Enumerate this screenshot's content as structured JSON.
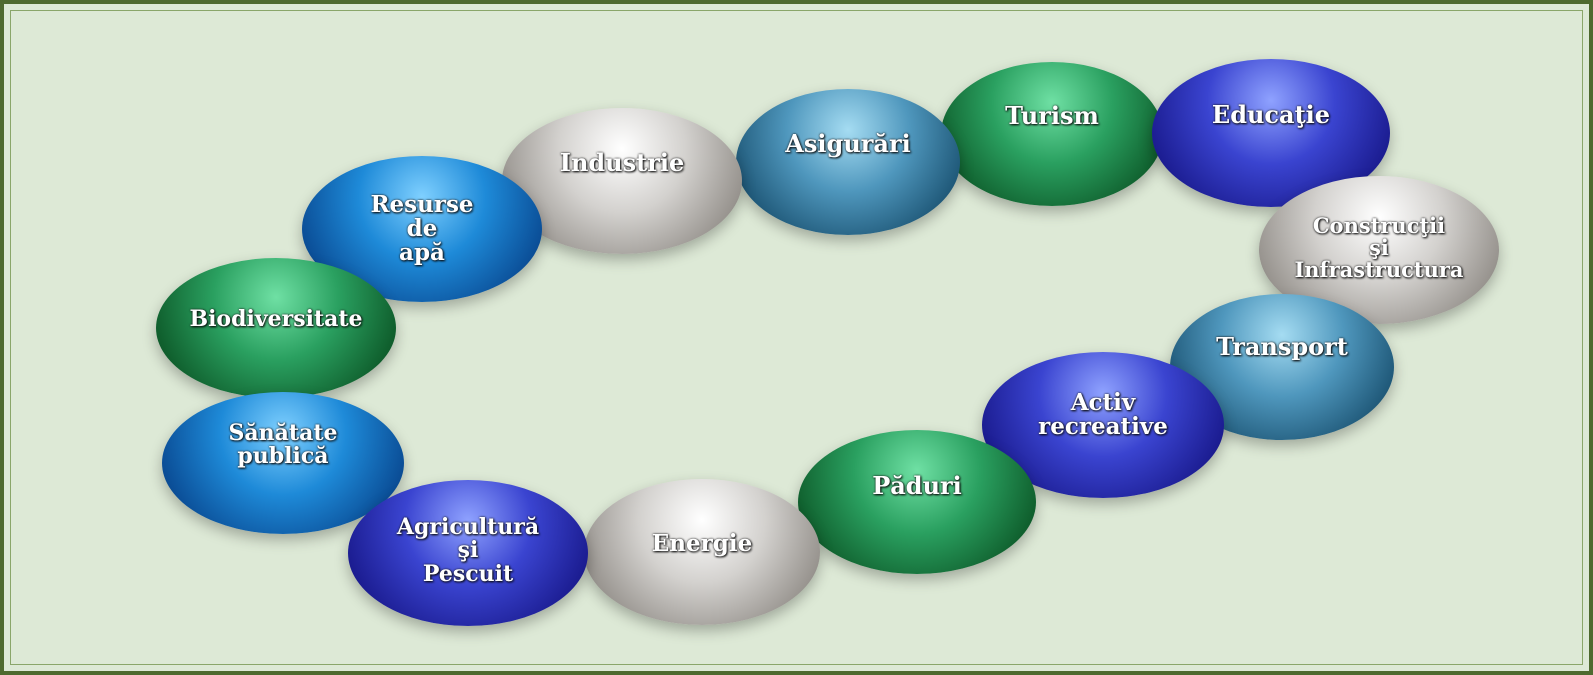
{
  "nodes": [
    {
      "id": "turism",
      "label": "Turism",
      "color": "green"
    },
    {
      "id": "educatie",
      "label": "Educaţie",
      "color": "indigo"
    },
    {
      "id": "asigurari",
      "label": "Asigurări",
      "color": "steel"
    },
    {
      "id": "industrie",
      "label": "Industrie",
      "color": "grey"
    },
    {
      "id": "resurse",
      "label": "Resurse\nde\napă",
      "color": "blue"
    },
    {
      "id": "biodiversitate",
      "label": "Biodiversitate",
      "color": "green"
    },
    {
      "id": "constructii",
      "label": "Construcţii\nşi\nInfrastructura",
      "color": "grey"
    },
    {
      "id": "transport",
      "label": "Transport",
      "color": "steel"
    },
    {
      "id": "activ",
      "label": "Activ\nrecreative",
      "color": "indigo"
    },
    {
      "id": "sanatate",
      "label": "Sănătate\npublică",
      "color": "blue"
    },
    {
      "id": "paduri",
      "label": "Păduri",
      "color": "green"
    },
    {
      "id": "energie",
      "label": "Energie",
      "color": "grey"
    },
    {
      "id": "agricultura",
      "label": "Agricultură\nşi\nPescuit",
      "color": "indigo"
    }
  ]
}
